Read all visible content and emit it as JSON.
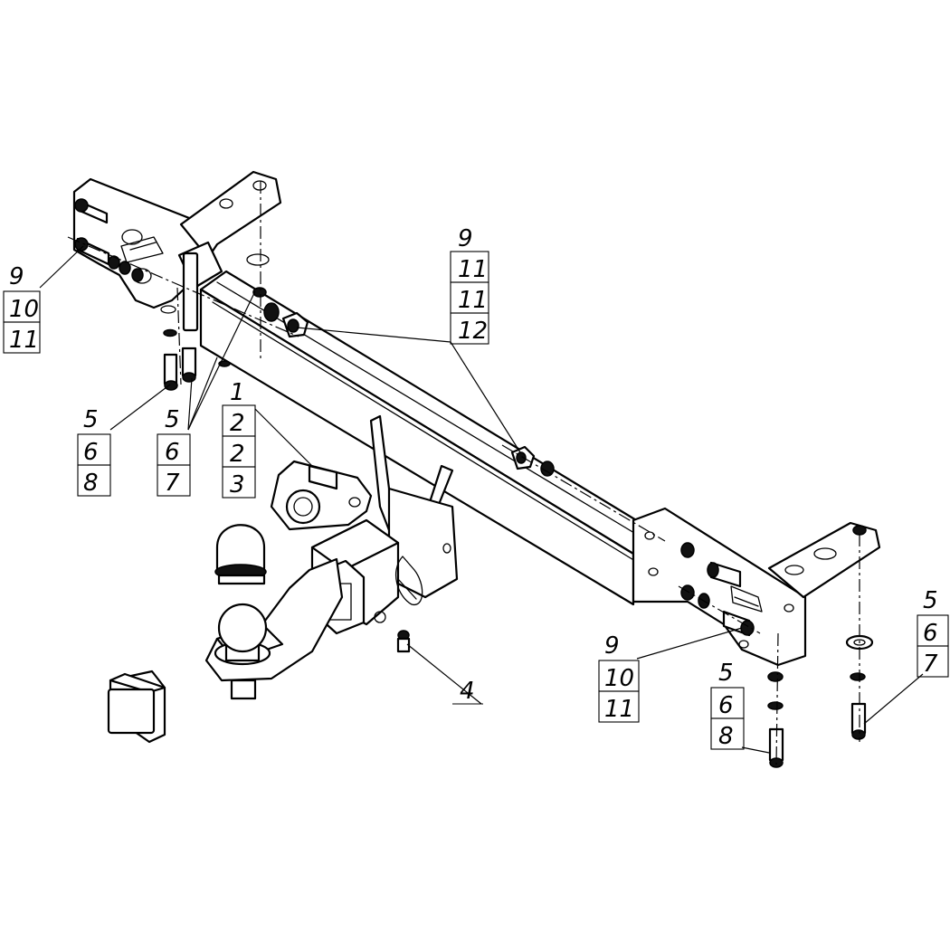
{
  "callouts": {
    "left_bracket": [
      "9",
      "10",
      "11"
    ],
    "left_bolt_a": [
      "5",
      "6",
      "8"
    ],
    "left_bolt_b": [
      "5",
      "6",
      "7"
    ],
    "socket_plate": [
      "1",
      "2",
      "2",
      "3"
    ],
    "beam_fasteners": [
      "9",
      "11",
      "11",
      "12"
    ],
    "pin_bolt": "4",
    "right_bracket": [
      "9",
      "10",
      "11"
    ],
    "right_bolt_a": [
      "5",
      "6",
      "8"
    ],
    "right_bolt_b": [
      "5",
      "6",
      "7"
    ]
  }
}
